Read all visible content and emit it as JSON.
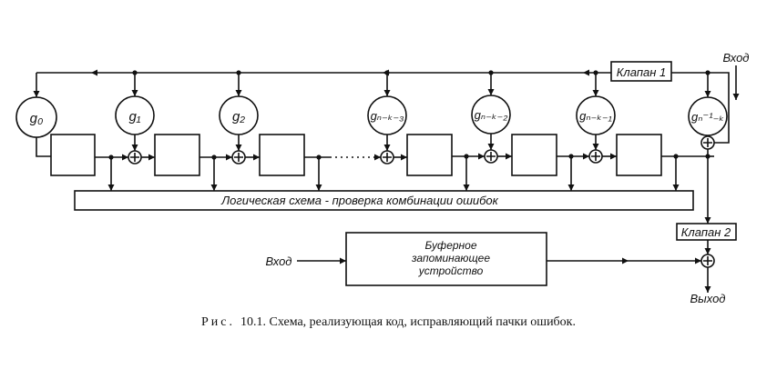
{
  "diagram": {
    "gains": [
      "g₀",
      "g₁",
      "g₂",
      "gₙ₋ₖ₋₃",
      "gₙ₋ₖ₋₂",
      "gₙ₋ₖ₋₁",
      "gₙ⁻¹₋ₖ"
    ],
    "valve_1": "Клапан 1",
    "valve_2": "Клапан 2",
    "input_top": "Вход",
    "input_left": "Вход",
    "output": "Выход",
    "logic_circuit": "Логическая схема - проверка комбинации ошибок",
    "buffer_line_1": "Буферное",
    "buffer_line_2": "запоминающее",
    "buffer_line_3": "устройство"
  },
  "caption": {
    "prefix": "Рис.",
    "text": "10.1. Схема, реализующая код, исправляющий пачки ошибок."
  }
}
